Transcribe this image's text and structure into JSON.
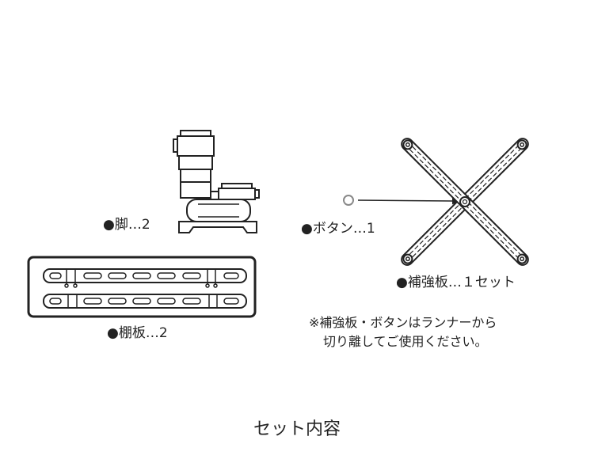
{
  "parts": {
    "leg": {
      "label": "●脚…2"
    },
    "shelf": {
      "label": "●棚板…2"
    },
    "button": {
      "label": "●ボタン…1"
    },
    "brace": {
      "label": "●補強板…１セット"
    }
  },
  "note": {
    "line1": "※補強板・ボタンはランナーから",
    "line2": "切り離してご使用ください。"
  },
  "caption": "セット内容",
  "colors": {
    "line": "#222222",
    "button": "#888888",
    "background": "#ffffff"
  }
}
